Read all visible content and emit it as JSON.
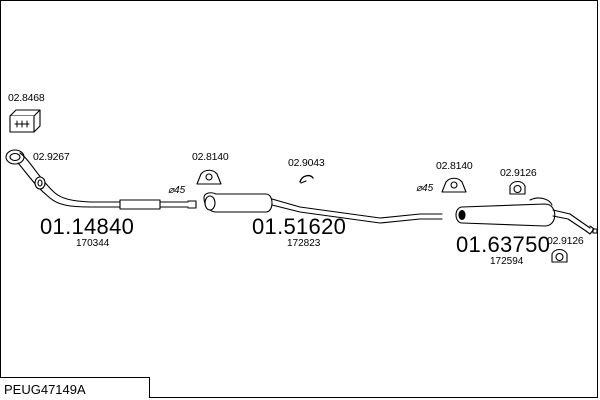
{
  "diagram": {
    "reference_code": "PEUG47149A",
    "parts": [
      {
        "part_number": "01.14840",
        "oem_number": "170344"
      },
      {
        "part_number": "01.51620",
        "oem_number": "172823"
      },
      {
        "part_number": "01.63750",
        "oem_number": "172594"
      }
    ],
    "accessories": {
      "clamp_box": "02.8468",
      "front_gasket": "02.9267",
      "hanger_1": "02.8140",
      "hanger_2": "02.9043",
      "hanger_3": "02.8140",
      "hanger_4": "02.9126",
      "hanger_5": "02.9126"
    },
    "diameters": {
      "joint_1": "⌀45",
      "joint_2": "⌀45"
    }
  }
}
